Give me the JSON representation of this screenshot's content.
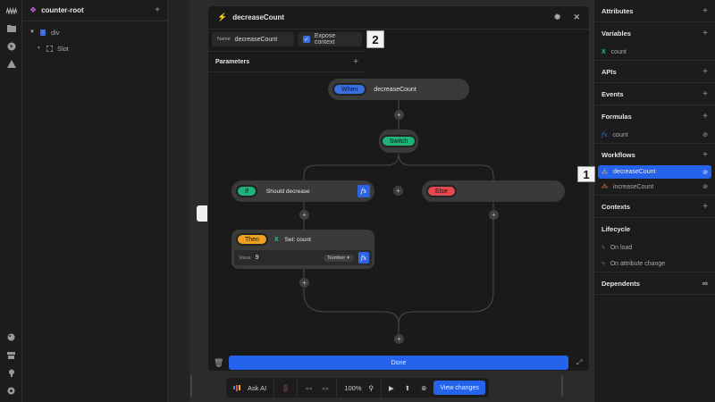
{
  "rail": {
    "top_icons": [
      "logo-icon",
      "folder-icon",
      "globe-icon",
      "warning-icon"
    ],
    "bottom_icons": [
      "palette-icon",
      "gift-icon",
      "bulb-icon",
      "help-icon"
    ]
  },
  "tree": {
    "title": "counter-root",
    "add_label": "+",
    "nodes": [
      {
        "label": "div",
        "depth": 0
      },
      {
        "label": "Slot",
        "depth": 1
      }
    ]
  },
  "modal": {
    "title": "decreaseCount",
    "name_label": "Name",
    "name_value": "decreaseCount",
    "expose_label": "Expose context",
    "expose_checked": true,
    "parameters_label": "Parameters",
    "add_label": "+",
    "done_label": "Done",
    "flow": {
      "trigger_tag": "When",
      "trigger_label": "decreaseCount",
      "switch_tag": "Switch",
      "if_tag": "If",
      "if_label": "Should decrease",
      "else_tag": "Else",
      "then_tag": "Then",
      "then_label": "Set: count",
      "value_label": "Value",
      "value": "9",
      "type_label": "Number",
      "fx_label": "fx",
      "plus": "+"
    },
    "colors": {
      "when": "#3b6fe0",
      "switch": "#1fb37a",
      "if": "#1fb37a",
      "else": "#e5484d",
      "then": "#f0a020",
      "accent": "#2563eb"
    }
  },
  "right_panel": {
    "sections": [
      {
        "title": "Attributes",
        "items": []
      },
      {
        "title": "Variables",
        "items": [
          {
            "label": "count",
            "icon": "variable-icon"
          }
        ]
      },
      {
        "title": "APIs",
        "items": []
      },
      {
        "title": "Events",
        "items": []
      },
      {
        "title": "Formulas",
        "items": [
          {
            "label": "count",
            "icon": "formula-icon"
          }
        ]
      },
      {
        "title": "Workflows",
        "items": [
          {
            "label": "decreaseCount",
            "icon": "workflow-icon",
            "selected": true
          },
          {
            "label": "increaseCount",
            "icon": "workflow-icon"
          }
        ]
      },
      {
        "title": "Contexts",
        "items": []
      },
      {
        "title": "Lifecycle",
        "items": [
          {
            "label": "On load",
            "icon": "bolt-icon"
          },
          {
            "label": "On attribute change",
            "icon": "bolt-icon"
          }
        ]
      },
      {
        "title": "Dependents",
        "items": []
      }
    ]
  },
  "callouts": {
    "one": "1",
    "two": "2"
  },
  "bottombar": {
    "ask_ai": "Ask AI",
    "zoom": "100%",
    "view_changes": "View changes"
  }
}
